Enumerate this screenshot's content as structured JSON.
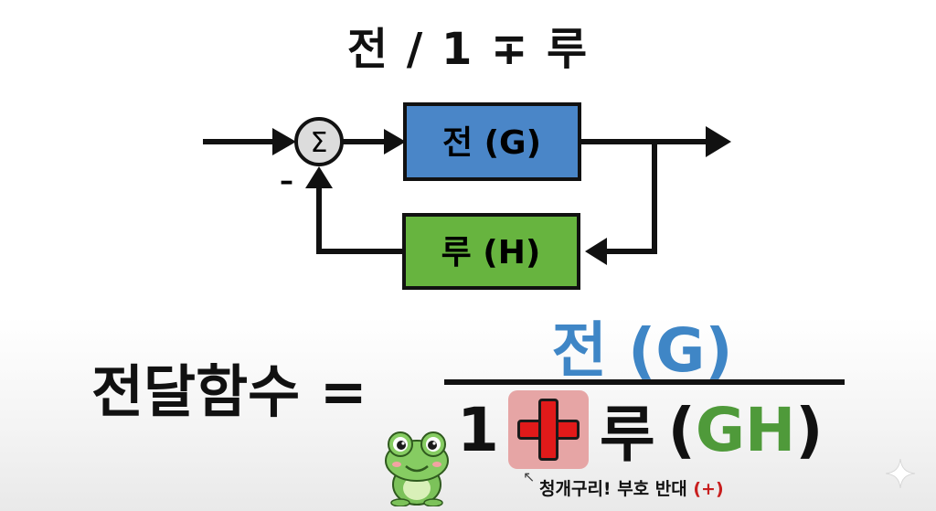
{
  "title": "전 / 1 ∓ 루",
  "blocks": {
    "forward": {
      "label": "전 (G)",
      "color": "#4a86c8"
    },
    "feedback": {
      "label": "루 (H)",
      "color": "#67b43f"
    }
  },
  "summing_junction": {
    "symbol": "Σ",
    "sign": "–"
  },
  "formula": {
    "lhs": "전달함수 =",
    "numerator": "전 (G)",
    "denominator": {
      "one": "1",
      "operator": "plus-sign",
      "ru": "루",
      "gh_open": "(",
      "gh": "GH",
      "gh_close": ")"
    }
  },
  "note": {
    "text": "청개구리! 부호 반대",
    "plus": "(+)"
  },
  "icons": [
    "frog-icon",
    "sparkle-icon",
    "sigma-icon"
  ]
}
